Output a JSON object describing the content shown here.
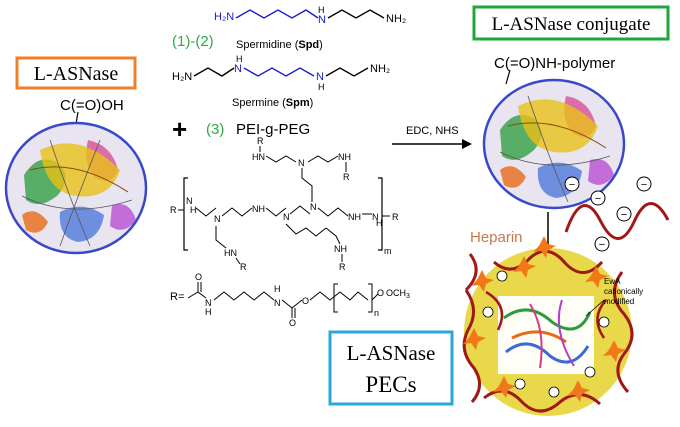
{
  "labels": {
    "asnase_box": "L-ASNase",
    "cooh": "C(=O)OH",
    "conjugate_box": "L-ASNase conjugate",
    "amide": "C(=O)NH-polymer",
    "pecs_line1": "L-ASNase",
    "pecs_line2": "PECs",
    "step_1_2": "(1)-(2)",
    "step_3": "(3)",
    "plus": "+",
    "pei_title": "PEI-g-PEG",
    "spermidine_name": "Spermidine (",
    "spermidine_abbr": "Spd",
    "spermidine_close": ")",
    "spermine_name": "Spermine (",
    "spermine_abbr": "Spm",
    "spermine_close": ")",
    "edc": "EDC, NHS",
    "heparin": "Heparin",
    "ewa_1": "EwA",
    "ewa_2": "cationically",
    "ewa_3": "modified",
    "r_def": "R=",
    "och3": "OCH",
    "och3_sub": "3",
    "sub_n": "n",
    "sub_m": "m",
    "nh2_a": "H₂N",
    "nh2_b": "NH₂",
    "nh2_c": "H₂N",
    "nh2_d": "NH₂",
    "n_h": "N",
    "h_label": "H",
    "hn_label": "HN",
    "nh_label": "NH",
    "n_label": "N",
    "r_label": "R",
    "o_label": "O",
    "minus": "−"
  },
  "colors": {
    "orange_box": "#f07f2a",
    "green_box": "#1fa83a",
    "blue_box": "#2aa8d8",
    "step_green": "#2fa84a",
    "heparin_brown": "#c8784a",
    "circle_blue": "#3948c8",
    "pec_yellow": "#e8d84a",
    "heparin_red": "#a01818",
    "star_orange": "#f07818",
    "amine_blue": "#1a1ad0"
  }
}
